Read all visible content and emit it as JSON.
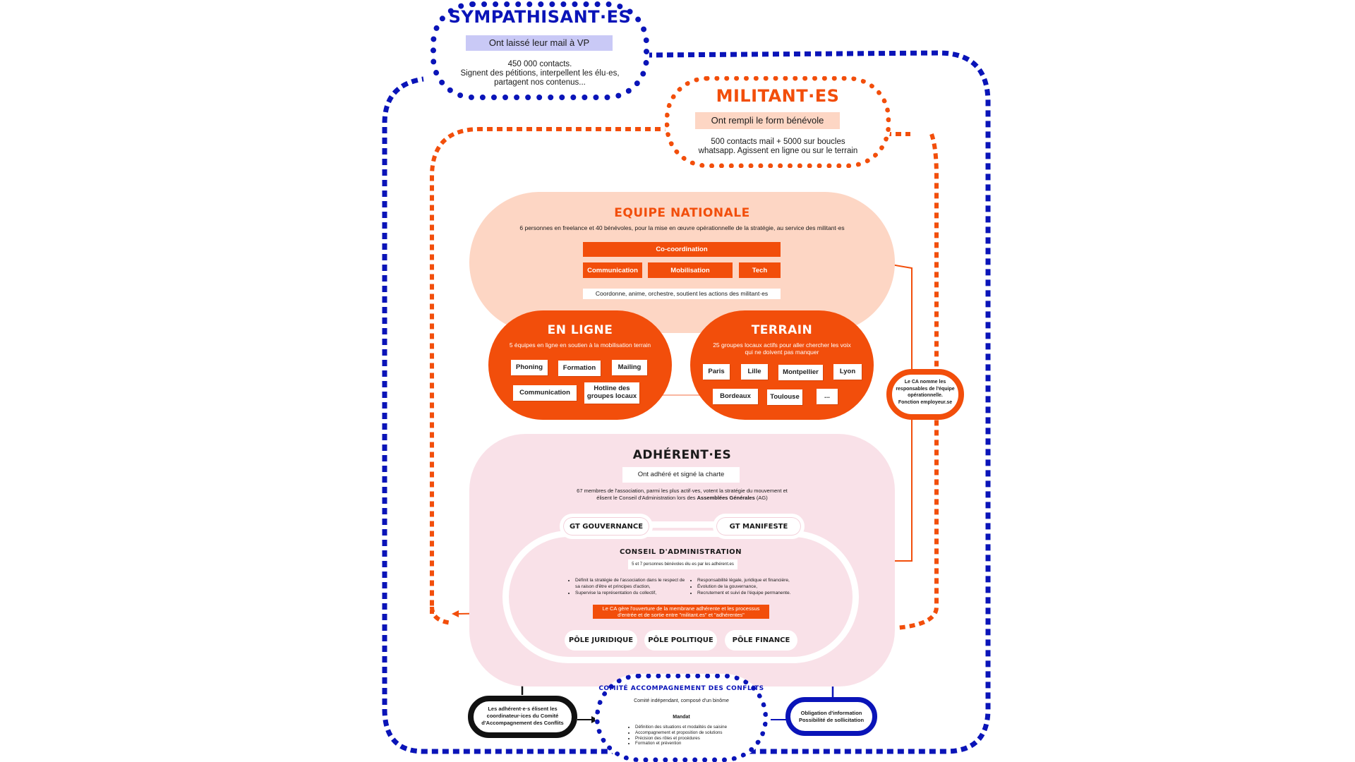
{
  "colors": {
    "orange": "#f24e0b",
    "navy": "#0a14b8",
    "peach": "#fdd6c4",
    "pink": "#f9e1e8",
    "lavender": "#c9c9f6"
  },
  "sympathisants": {
    "title": "SYMPATHISANT·ES",
    "tag": "Ont laissé leur mail à VP",
    "desc_1": "450 000 contacts.",
    "desc_2": "Signent des pétitions, interpellent les élu·es,",
    "desc_3": "partagent nos contenus..."
  },
  "militants": {
    "title": "MILITANT·ES",
    "tag": "Ont rempli le form bénévole",
    "desc_1": "500 contacts mail + 5000 sur boucles",
    "desc_2": "whatsapp. Agissent en ligne ou sur le terrain"
  },
  "equipe": {
    "title": "EQUIPE NATIONALE",
    "desc": "6 personnes en freelance et 40 bénévoles, pour la mise en œuvre opérationnelle de la stratégie, au service des militant·es",
    "coord": "Co-coordination",
    "teams": [
      "Communication",
      "Mobilisation",
      "Tech"
    ],
    "role": "Coordonne, anime, orchestre, soutient les actions des militant·es"
  },
  "en_ligne": {
    "title": "EN LIGNE",
    "desc": "5 équipes en ligne en soutien à la mobilisation terrain",
    "tags": [
      "Phoning",
      "Formation",
      "Mailing",
      "Communication",
      "Hotline des groupes locaux"
    ]
  },
  "terrain": {
    "title": "TERRAIN",
    "desc_1": "25 groupes locaux actifs pour aller chercher les voix",
    "desc_2": "qui ne doivent pas manquer",
    "tags": [
      "Paris",
      "Lille",
      "Montpellier",
      "Lyon",
      "Bordeaux",
      "Toulouse",
      "..."
    ]
  },
  "ca_note": {
    "line1": "Le CA nomme les",
    "line2": "responsables de l'équipe",
    "line3": "opérationnelle.",
    "line4": "Fonction employeur.se"
  },
  "adherents": {
    "title": "ADHÉRENT·ES",
    "tag": "Ont adhéré et signé la charte",
    "desc_1": "67 membres de l'association, parmi les plus actif·ves, votent la stratégie du mouvement et",
    "desc_2a": "élisent le Conseil d'Administration lors des ",
    "desc_2b": "Assemblées Générales",
    "desc_2c": " (AG)",
    "gt_left": "GT GOUVERNANCE",
    "gt_right": "GT MANIFESTE",
    "ca_title": "CONSEIL D'ADMINISTRATION",
    "ca_tag": "5 et 7 personnes bénévoles élu·es par les adhérent.es",
    "ca_left": [
      "Définit la stratégie de l'association dans le respect de sa raison d'être et principes d'action,",
      "Supervise la représentation du collectif,"
    ],
    "ca_right": [
      "Responsabilité légale, juridique et financière,",
      "Évolution de la gouvernance,",
      "Recrutement et suivi de l'équipe permanente."
    ],
    "ca_note_1": "Le CA gère l'ouverture de la membrane adhérente et les processus",
    "ca_note_2": "d'entrée et de sortie entre \"militant.es\" et \"adhérentes\"",
    "poles": [
      "PÔLE JURIDIQUE",
      "PÔLE POLITIQUE",
      "PÔLE FINANCE"
    ]
  },
  "comite": {
    "title": "COMITÉ ACCOMPAGNEMENT DES CONFLITS",
    "desc": "Comité indépendant, composé d'un binôme",
    "mandat": "Mandat",
    "items": [
      "Définition des situations et modalités de saisine",
      "Accompagnement et proposition de solutions",
      "Précision des rôles et procédures",
      "Formation et prévention"
    ]
  },
  "left_note": {
    "line1": "Les adhérent·e·s élisent les",
    "line2": "coordinateur·ices du Comité",
    "line3": "d'Accompagnement des Conflits"
  },
  "right_note": {
    "line1": "Obligation d'information",
    "line2": "Possibilité de sollicitation"
  }
}
